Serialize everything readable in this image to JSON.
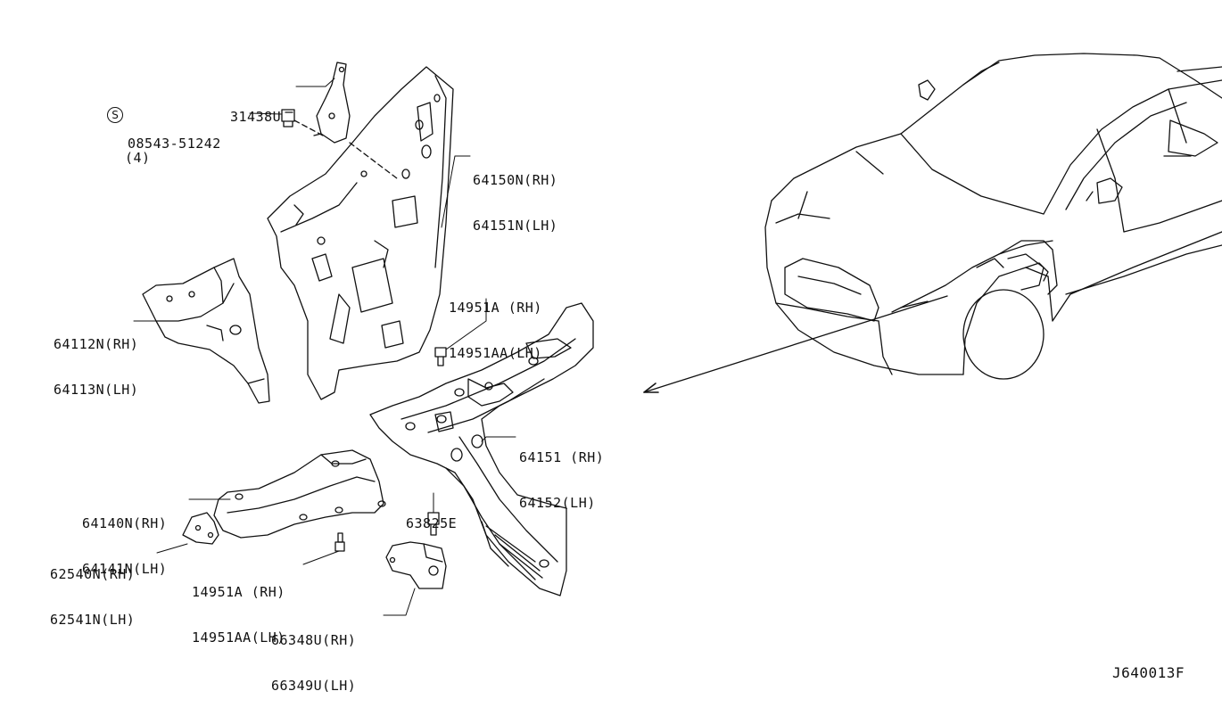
{
  "diagram_id": "J640013F",
  "callouts": {
    "p31438u": "31438U",
    "p08543": "08543-51242",
    "p08543_symbol": "S",
    "p08543_qty": "(4)",
    "p64150n": [
      "64150N(RH)",
      "64151N(LH)"
    ],
    "p14951a_top": [
      "14951A (RH)",
      "14951AA(LH)"
    ],
    "p64112n": [
      "64112N(RH)",
      "64113N(LH)"
    ],
    "p64151": [
      "64151 (RH)",
      "64152(LH)"
    ],
    "p64140n": [
      "64140N(RH)",
      "64141N(LH)"
    ],
    "p63825e": "63825E",
    "p62540n": [
      "62540N(RH)",
      "62541N(LH)"
    ],
    "p14951a_bottom": [
      "14951A (RH)",
      "14951AA(LH)"
    ],
    "p66348u": [
      "66348U(RH)",
      "66349U(LH)"
    ]
  },
  "colors": {
    "line": "#111111",
    "background": "#ffffff"
  }
}
